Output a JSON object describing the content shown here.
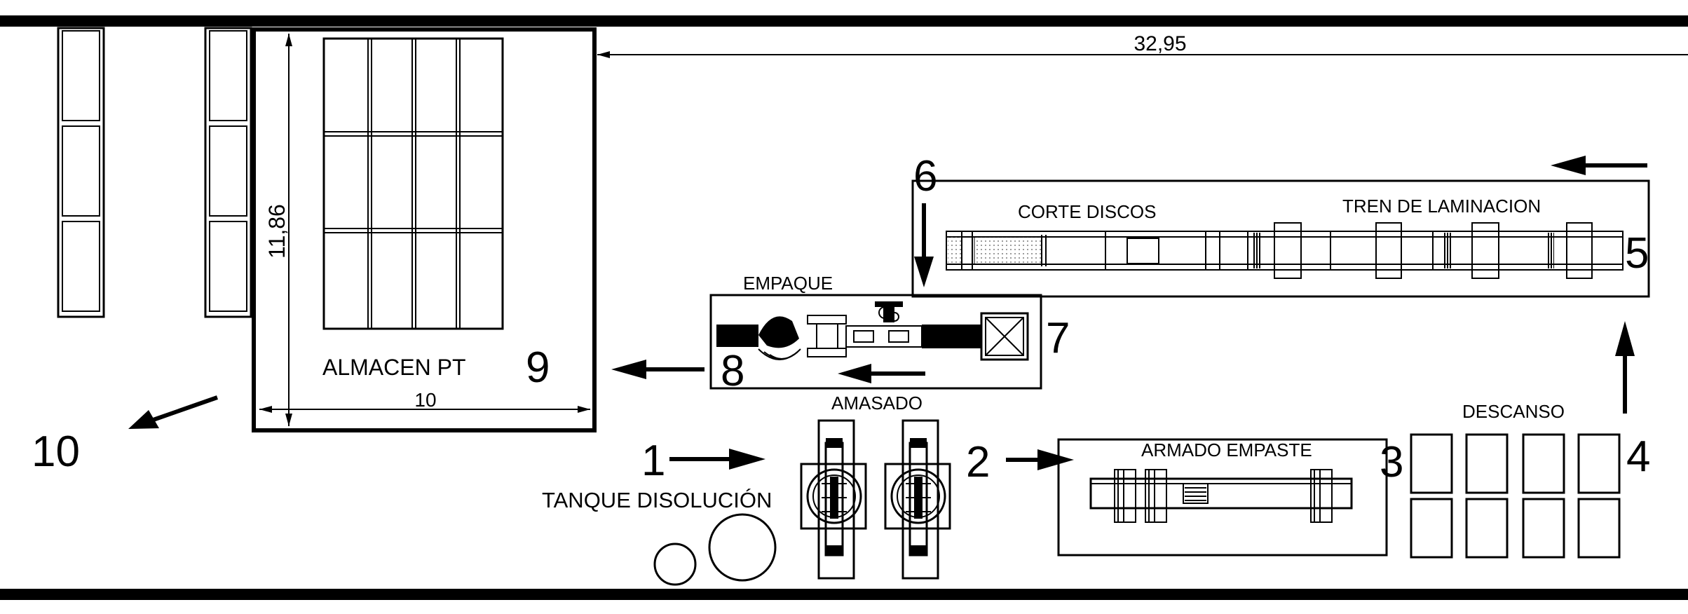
{
  "dimensions": {
    "length": "32,95",
    "height": "11,86",
    "width": "10"
  },
  "areas": {
    "almacen": "ALMACEN PT",
    "empaque": "EMPAQUE",
    "amasado": "AMASADO",
    "armado": "ARMADO EMPASTE",
    "descanso": "DESCANSO",
    "corte": "CORTE DISCOS",
    "tren": "TREN DE LAMINACION",
    "tanque": "TANQUE DISOLUCIÓN"
  },
  "steps": [
    "1",
    "2",
    "3",
    "4",
    "5",
    "6",
    "7",
    "8",
    "9",
    "10"
  ],
  "colors": {
    "line": "#000000",
    "background": "#ffffff"
  }
}
